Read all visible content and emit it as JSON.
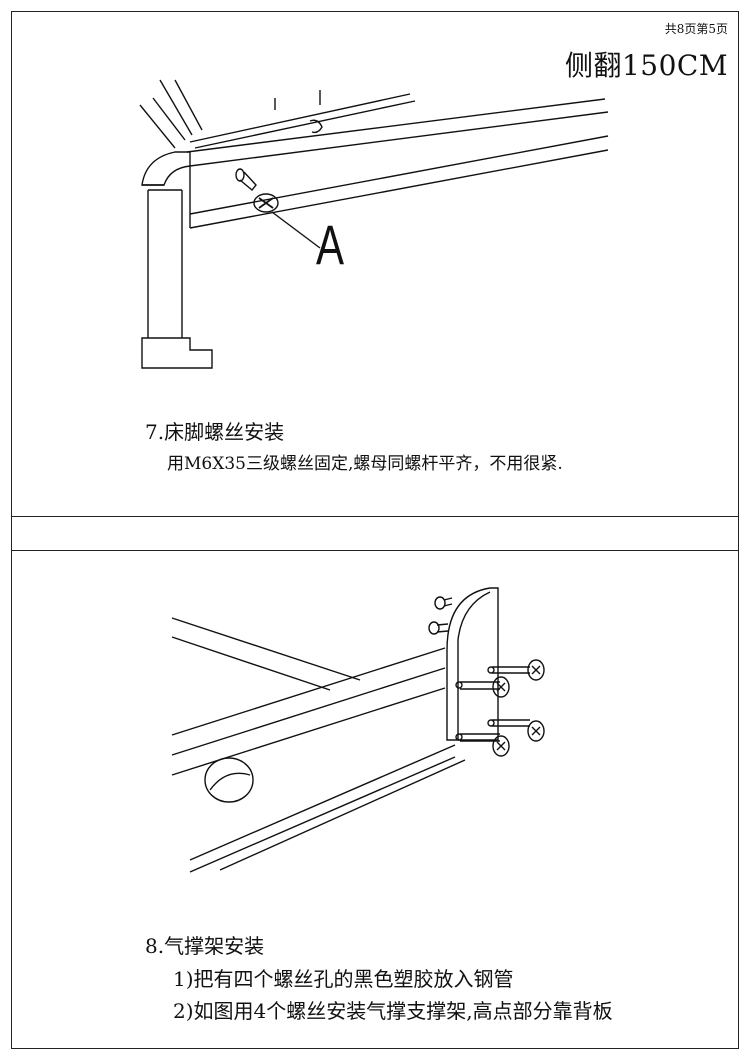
{
  "header": {
    "page_count": "共8页第5页",
    "title": "侧翻150CM"
  },
  "step7": {
    "callout_label": "A",
    "title": "7.床脚螺丝安装",
    "description": "用M6X35三级螺丝固定,螺母同螺杆平齐，不用很紧."
  },
  "step8": {
    "title": "8.气撑架安装",
    "items": [
      "1)把有四个螺丝孔的黑色塑胶放入钢管",
      "2)如图用4个螺丝安装气撑支撑架,高点部分靠背板"
    ]
  }
}
